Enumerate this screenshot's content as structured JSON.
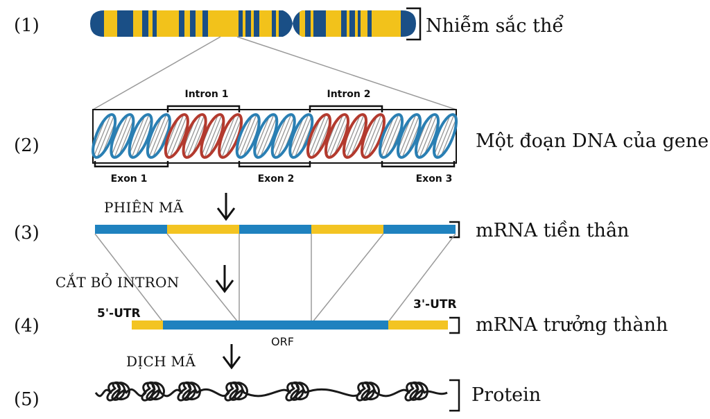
{
  "colors": {
    "chromosome_blue": "#1a4f86",
    "chromosome_yellow": "#f2c21b",
    "exon_blue": "#2a7fb3",
    "intron_red": "#b33a2e",
    "mrna_blue": "#1f82bf",
    "mrna_yellow": "#f3c422"
  },
  "rows": [
    {
      "number": "(1)",
      "label": "Nhiễm sắc thể"
    },
    {
      "number": "(2)",
      "label": "Một đoạn DNA của gene"
    },
    {
      "number": "(3)",
      "label": "mRNA tiền thân"
    },
    {
      "number": "(4)",
      "label": "mRNA trưởng thành"
    },
    {
      "number": "(5)",
      "label": "Protein"
    }
  ],
  "steps": {
    "transcription": "PHIÊN MÃ",
    "splicing": "CẮT BỎ INTRON",
    "translation": "DỊCH MÃ"
  },
  "gene": {
    "introns": [
      "Intron 1",
      "Intron 2"
    ],
    "exons": [
      "Exon 1",
      "Exon 2",
      "Exon 3"
    ]
  },
  "mature_mrna": {
    "utr5": "5'-UTR",
    "utr3": "3'-UTR",
    "orf": "ORF"
  }
}
